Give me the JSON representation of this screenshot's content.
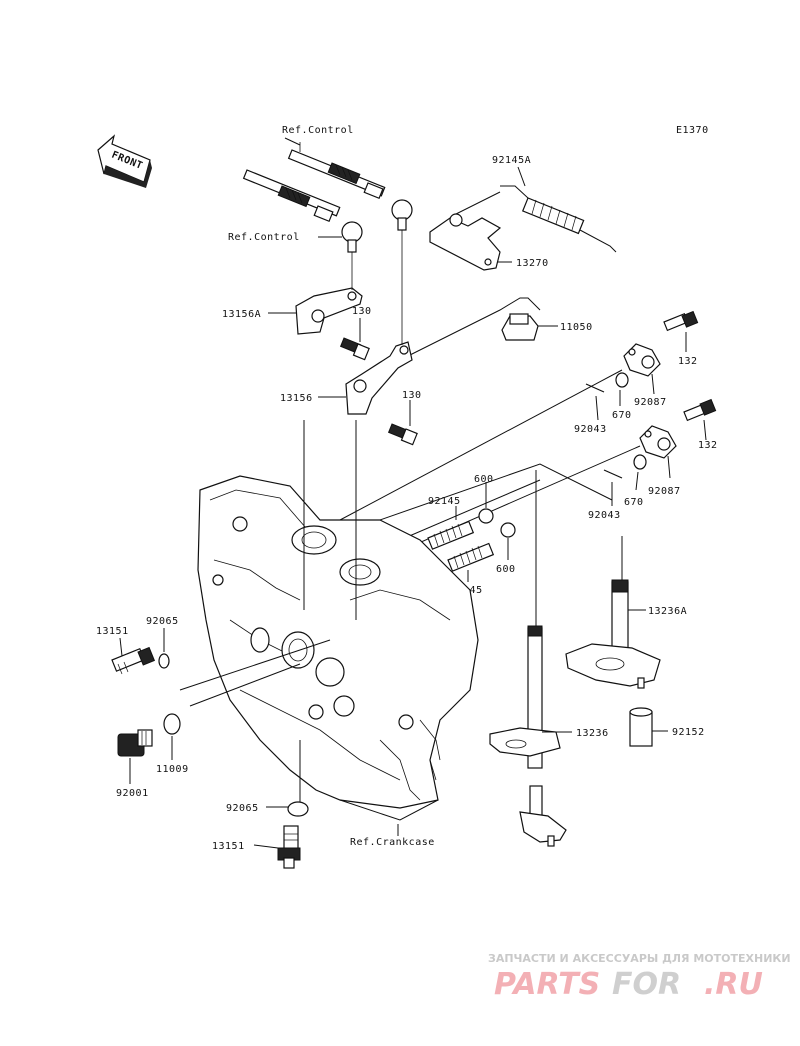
{
  "diagram_code": "E1370",
  "front_label": "FRONT",
  "parts": {
    "ref_control_top": "Ref.Control",
    "ref_control_mid": "Ref.Control",
    "p92145A": "92145A",
    "p13270": "13270",
    "p13156A": "13156A",
    "p130_a": "130",
    "p11050": "11050",
    "p13156": "13156",
    "p130_b": "130",
    "p132_a": "132",
    "p92087_a": "92087",
    "p670_a": "670",
    "p92043_a": "92043",
    "p132_b": "132",
    "p92087_b": "92087",
    "p670_b": "670",
    "p92043_b": "92043",
    "p600_a": "600",
    "p92145_a": "92145",
    "p600_b": "600",
    "p92145_b": "92145",
    "p13236A": "13236A",
    "p13151_a": "13151",
    "p92065_a": "92065",
    "p92152": "92152",
    "p13236": "13236",
    "p11009": "11009",
    "p92001": "92001",
    "p92065_b": "92065",
    "p13151_b": "13151",
    "ref_crankcase": "Ref.Crankcase"
  },
  "watermark": {
    "tagline": "ЗАПЧАСТИ И АКСЕССУАРЫ ДЛЯ МОТОТЕХНИКИ",
    "logo_a": "PARTS",
    "logo_b": "FOR",
    "logo_c": ".RU"
  }
}
